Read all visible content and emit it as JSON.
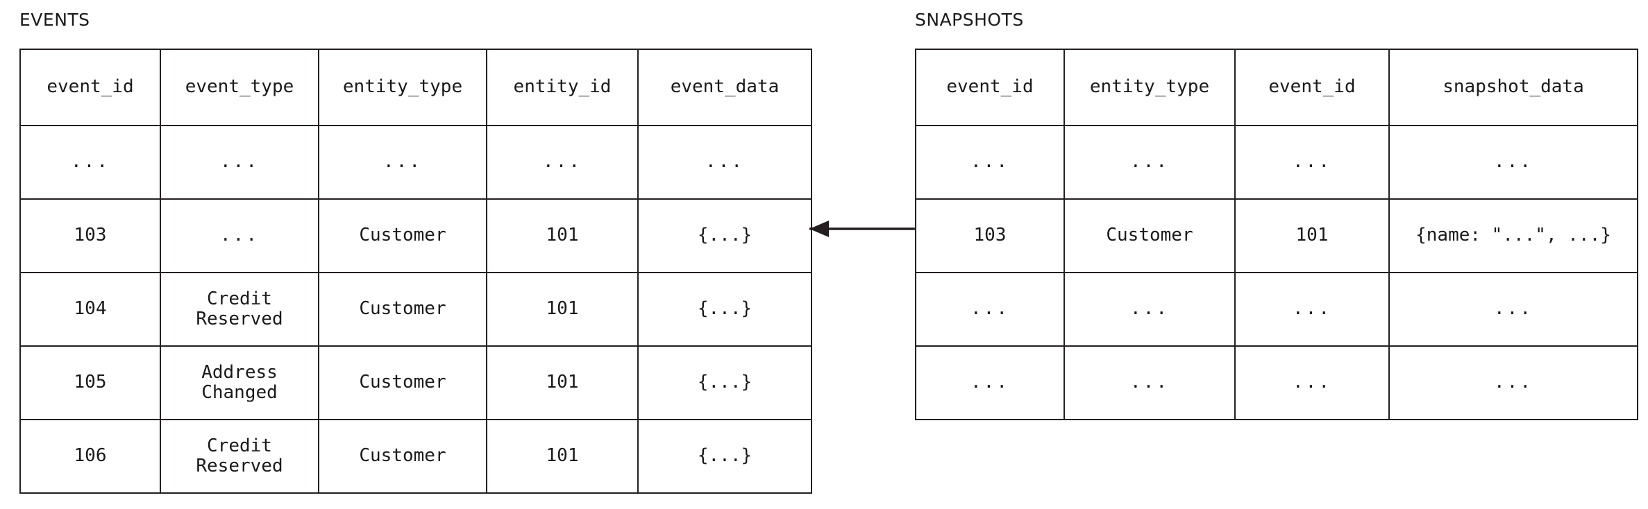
{
  "diagram": {
    "title_events": "EVENTS",
    "title_snapshots": "SNAPSHOTS",
    "arrow": {
      "name": "snapshot-to-event-arrow",
      "direction": "left",
      "from": "snapshots.row_103.event_id",
      "to": "events.row_103.event_id"
    },
    "colors": {
      "line": "#231f20",
      "text": "#1a1a1a",
      "background": "#ffffff"
    }
  },
  "events": {
    "caption": "EVENTS",
    "columns": [
      "event_id",
      "event_type",
      "entity_type",
      "entity_id",
      "event_data"
    ],
    "rows": [
      {
        "event_id": "...",
        "event_type": "...",
        "entity_type": "...",
        "entity_id": "...",
        "event_data": "..."
      },
      {
        "event_id": "103",
        "event_type": "...",
        "entity_type": "Customer",
        "entity_id": "101",
        "event_data": "{...}"
      },
      {
        "event_id": "104",
        "event_type": "Credit\nReserved",
        "entity_type": "Customer",
        "entity_id": "101",
        "event_data": "{...}"
      },
      {
        "event_id": "105",
        "event_type": "Address\nChanged",
        "entity_type": "Customer",
        "entity_id": "101",
        "event_data": "{...}"
      },
      {
        "event_id": "106",
        "event_type": "Credit\nReserved",
        "entity_type": "Customer",
        "entity_id": "101",
        "event_data": "{...}"
      }
    ]
  },
  "snapshots": {
    "caption": "SNAPSHOTS",
    "columns": [
      "event_id",
      "entity_type",
      "event_id",
      "snapshot_data"
    ],
    "rows": [
      {
        "event_id": "...",
        "entity_type": "...",
        "event_id_2": "...",
        "snapshot_data": "..."
      },
      {
        "event_id": "103",
        "entity_type": "Customer",
        "event_id_2": "101",
        "snapshot_data": "{name: \"...\", ...}"
      },
      {
        "event_id": "...",
        "entity_type": "...",
        "event_id_2": "...",
        "snapshot_data": "..."
      },
      {
        "event_id": "...",
        "entity_type": "...",
        "event_id_2": "...",
        "snapshot_data": "..."
      }
    ]
  }
}
